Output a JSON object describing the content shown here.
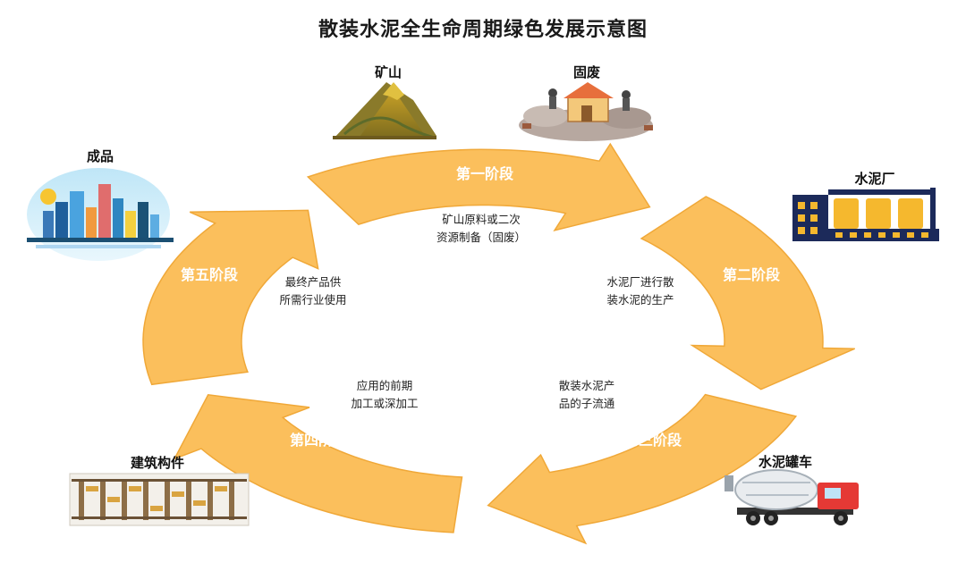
{
  "title": "散装水泥全生命周期绿色发展示意图",
  "colors": {
    "arrow_fill": "#fbbf5c",
    "arrow_stroke": "#f0a838",
    "stage_text": "#ffffff",
    "truck_red": "#e53935",
    "factory_yellow": "#f5b82e",
    "factory_blue": "#1c2a5a"
  },
  "stages": [
    {
      "label": "第一阶段",
      "desc": [
        "矿山原料或二次",
        "资源制备（固废）"
      ]
    },
    {
      "label": "第二阶段",
      "desc": [
        "水泥厂进行散",
        "装水泥的生产"
      ]
    },
    {
      "label": "第三阶段",
      "desc": [
        "散装水泥产",
        "品的子流通"
      ]
    },
    {
      "label": "第四阶段",
      "desc": [
        "应用的前期",
        "加工或深加工"
      ]
    },
    {
      "label": "第五阶段",
      "desc": [
        "最终产品供",
        "所需行业使用"
      ]
    }
  ],
  "icons": {
    "mine": {
      "label": "矿山",
      "icon": "mountain-icon"
    },
    "solid_waste": {
      "label": "固废",
      "icon": "demolished-house-icon"
    },
    "cement_plant": {
      "label": "水泥厂",
      "icon": "factory-icon"
    },
    "tanker": {
      "label": "水泥罐车",
      "icon": "cement-mixer-truck-icon"
    },
    "components": {
      "label": "建筑构件",
      "icon": "building-components-icon"
    },
    "products": {
      "label": "成品",
      "icon": "city-skyline-icon"
    }
  }
}
